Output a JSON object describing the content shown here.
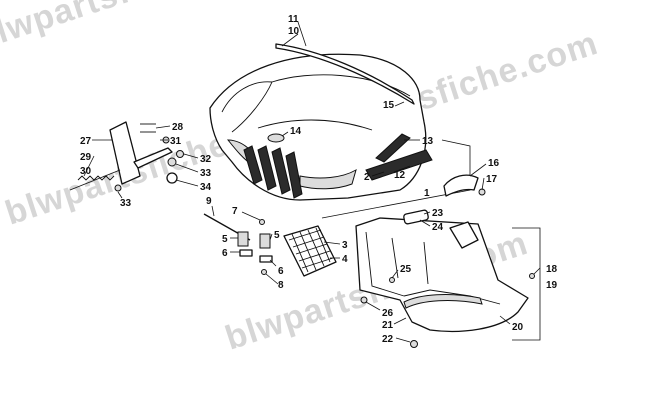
{
  "watermark": {
    "text": "blwpartsfiche.com"
  },
  "callouts": [
    "1",
    "2",
    "3",
    "4",
    "5",
    "5",
    "6",
    "6",
    "7",
    "8",
    "9",
    "10",
    "11",
    "12",
    "13",
    "14",
    "15",
    "16",
    "17",
    "18",
    "19",
    "20",
    "21",
    "22",
    "23",
    "24",
    "25",
    "26",
    "27",
    "28",
    "29",
    "30",
    "31",
    "32",
    "33",
    "33",
    "34"
  ],
  "colors": {
    "line": "#111111",
    "watermark": "#d6d6d6",
    "background": "#ffffff"
  }
}
